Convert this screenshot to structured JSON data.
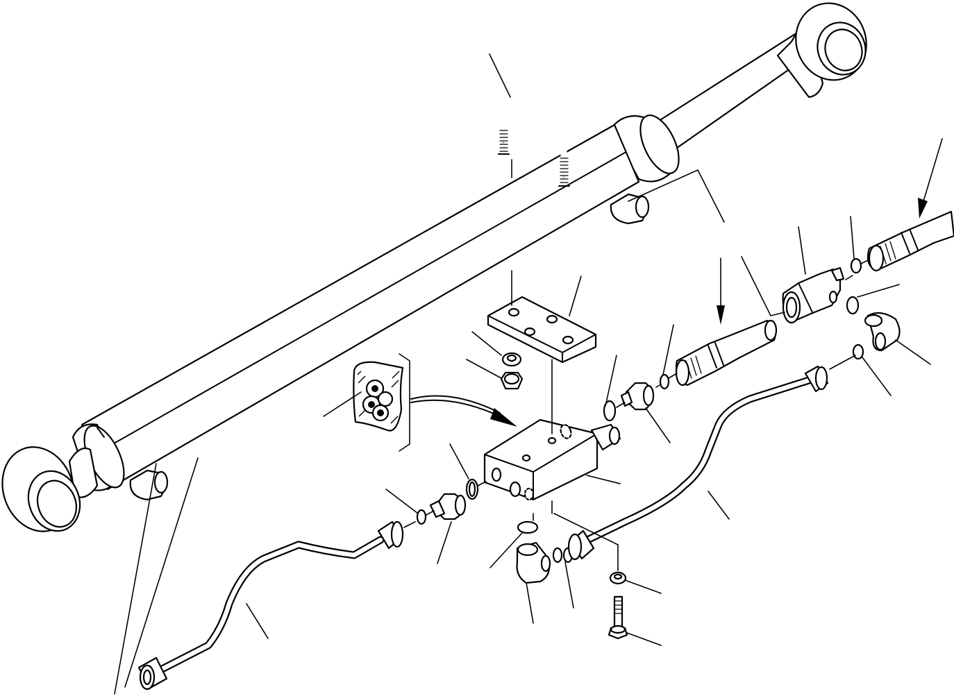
{
  "diagram": {
    "type": "exploded-parts-drawing",
    "labels": [],
    "parts": [
      {
        "name": "hydraulic-cylinder"
      },
      {
        "name": "u-bolt"
      },
      {
        "name": "clamp-plate"
      },
      {
        "name": "nut"
      },
      {
        "name": "washer"
      },
      {
        "name": "valve-block"
      },
      {
        "name": "adapter-left"
      },
      {
        "name": "adapter-right"
      },
      {
        "name": "o-ring"
      },
      {
        "name": "elbow-lower"
      },
      {
        "name": "elbow-right"
      },
      {
        "name": "tee-fitting"
      },
      {
        "name": "quick-coupler-middle"
      },
      {
        "name": "quick-coupler-right"
      },
      {
        "name": "tube-left"
      },
      {
        "name": "tube-right"
      },
      {
        "name": "bolt"
      },
      {
        "name": "port-detail-inset"
      }
    ]
  }
}
